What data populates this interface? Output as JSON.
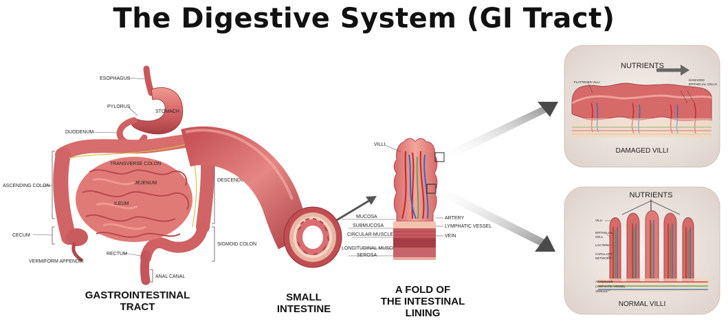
{
  "title": "The Digestive System (GI Tract)",
  "gi_tract": {
    "labels": {
      "esophagus": "ESOPHAGUS",
      "pylorus": "PYLORUS",
      "stomach": "STOMACH",
      "duodenum": "DUODENUM",
      "transverse_colon": "TRANSVERSE COLON",
      "ascending_colon": "ASCENDING COLON",
      "jejunum": "JEJENUM",
      "descending_colon": "DESCENDING COLON",
      "ileum": "ILEUM",
      "cecum": "CECUM",
      "sigmoid_colon": "SIGMOID COLON",
      "rectum": "RECTUM",
      "vermiform_appendix": "VERMIFORM APPENDIX",
      "anal_canal": "ANAL CANAL"
    },
    "caption_line1": "GASTROINTESTINAL",
    "caption_line2": "TRACT"
  },
  "small_intestine": {
    "caption_line1": "SMALL",
    "caption_line2": "INTESTINE",
    "labels": {
      "mucosa": "MUCOSA",
      "submucosa": "SUBMUCOSA",
      "circular_muscle": "CIRCULAR MUSCLE",
      "longitudinal_muscle": "LONGITUDINAL MUSCLE",
      "serosa": "SEROSA"
    }
  },
  "fold": {
    "caption_line1": "A FOLD OF",
    "caption_line2": "THE INTESTINAL",
    "caption_line3": "LINING",
    "labels": {
      "villi": "VILLI",
      "artery": "ARTERY",
      "lymphatic_vessel": "LYMPHATIC VESSEL",
      "vein": "VEIN"
    }
  },
  "damaged_panel": {
    "nutrients": "NUTRIENTS",
    "flattened_villi": "FLATTENED VILLI",
    "damaged_cells_line1": "DAMAGED",
    "damaged_cells_line2": "EPITHELIAL CELLS",
    "caption": "DAMAGED VILLI"
  },
  "normal_panel": {
    "nutrients": "NUTRIENTS",
    "villi": "VILLI",
    "epithelial_cell_line1": "EPITHELIAL",
    "epithelial_cell_line2": "CELL",
    "lacteal": "LACTEAL",
    "capillary_line1": "CAPILLARY",
    "capillary_line2": "NETWORK",
    "arteriole": "ARTERIOLE",
    "lymphatic_vessel": "LYMPHATIC VESSEL",
    "venule": "VENULE",
    "caption": "NORMAL VILLI"
  },
  "colors": {
    "tissue": "#d9676a",
    "tissue_dark": "#a83f44",
    "panel_bg": "#ece3dc",
    "arrow": "#4a4a4a"
  }
}
